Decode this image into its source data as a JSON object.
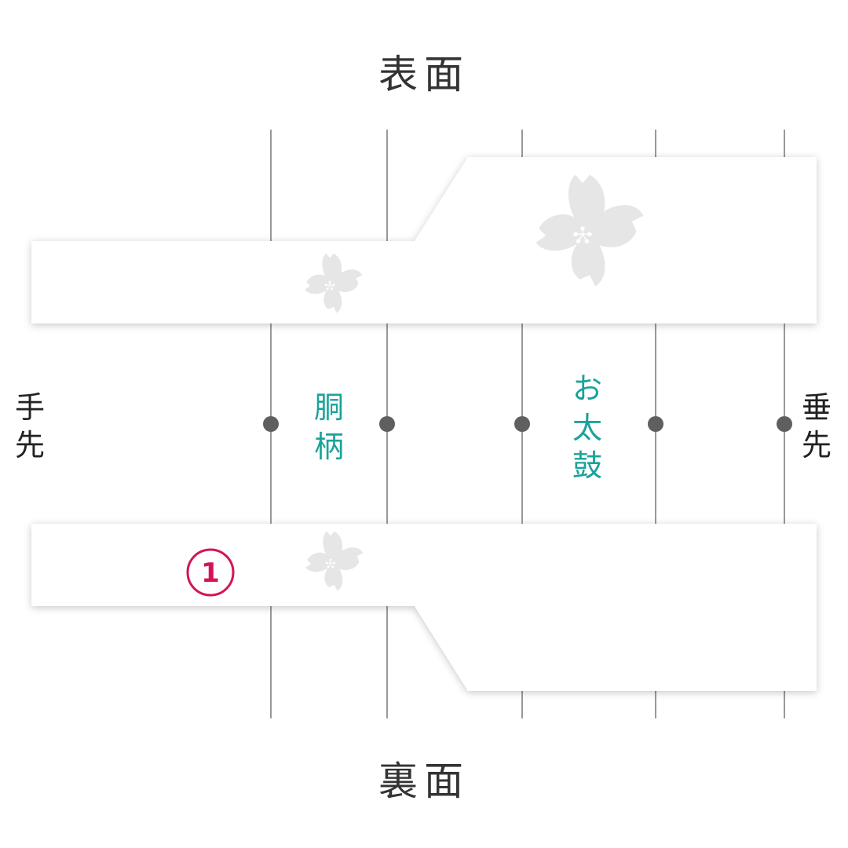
{
  "front_title": "表面",
  "back_title": "裏面",
  "left_end": [
    "手",
    "先"
  ],
  "right_end": [
    "垂",
    "先"
  ],
  "sections": {
    "dou_gara": [
      "胴",
      "柄"
    ],
    "otaiko": [
      "お",
      "太",
      "鼓"
    ]
  },
  "marker": "1",
  "colors": {
    "section_label": "#1aa39a",
    "marker": "#d4145a",
    "flower": "#e6e6e6",
    "guide_line": "#555555",
    "dot": "#5f5f5f"
  }
}
